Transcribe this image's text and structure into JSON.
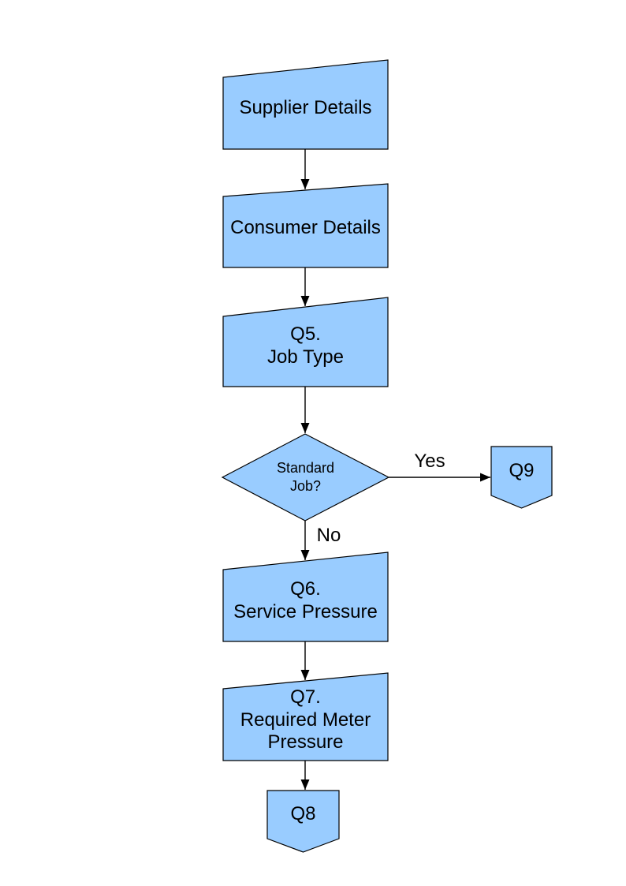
{
  "diagram": {
    "background_color": "#ffffff",
    "node_fill_color": "#99CCFF",
    "node_border_color": "#000000",
    "text_color": "#000000",
    "arrow_color": "#000000",
    "nodes": [
      {
        "id": "supplier-details",
        "type": "manual-input",
        "label": "Supplier Details"
      },
      {
        "id": "consumer-details",
        "type": "manual-input",
        "label": "Consumer Details"
      },
      {
        "id": "q5-job-type",
        "type": "manual-input",
        "label": "Q5.\nJob Type"
      },
      {
        "id": "standard-job-decision",
        "type": "decision",
        "label": "Standard\nJob?"
      },
      {
        "id": "q9-connector",
        "type": "off-page-connector",
        "label": "Q9"
      },
      {
        "id": "q6-service-pressure",
        "type": "manual-input",
        "label": "Q6.\nService Pressure"
      },
      {
        "id": "q7-required-meter-pressure",
        "type": "manual-input",
        "label": "Q7.\nRequired Meter\nPressure"
      },
      {
        "id": "q8-connector",
        "type": "off-page-connector",
        "label": "Q8"
      }
    ],
    "edges": [
      {
        "from": "supplier-details",
        "to": "consumer-details",
        "label": ""
      },
      {
        "from": "consumer-details",
        "to": "q5-job-type",
        "label": ""
      },
      {
        "from": "q5-job-type",
        "to": "standard-job-decision",
        "label": ""
      },
      {
        "from": "standard-job-decision",
        "to": "q9-connector",
        "label": "Yes"
      },
      {
        "from": "standard-job-decision",
        "to": "q6-service-pressure",
        "label": "No"
      },
      {
        "from": "q6-service-pressure",
        "to": "q7-required-meter-pressure",
        "label": ""
      },
      {
        "from": "q7-required-meter-pressure",
        "to": "q8-connector",
        "label": ""
      }
    ]
  }
}
